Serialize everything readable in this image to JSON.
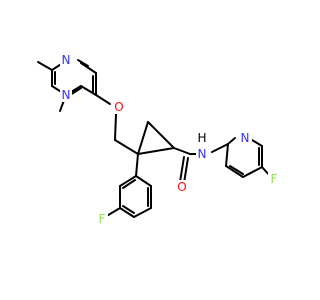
{
  "colors": {
    "bond": "#000000",
    "N": "#3333ff",
    "O": "#ff0d0d",
    "F": "#90e050"
  },
  "atoms": {
    "N_pyr_top": "N",
    "N_pyr_bottom": "N",
    "O_ether": "O",
    "N_amide": "N",
    "H_amide": "H",
    "O_carbonyl": "O",
    "N_pyridine": "N",
    "F_pyridine": "F",
    "F_phenyl": "F"
  }
}
